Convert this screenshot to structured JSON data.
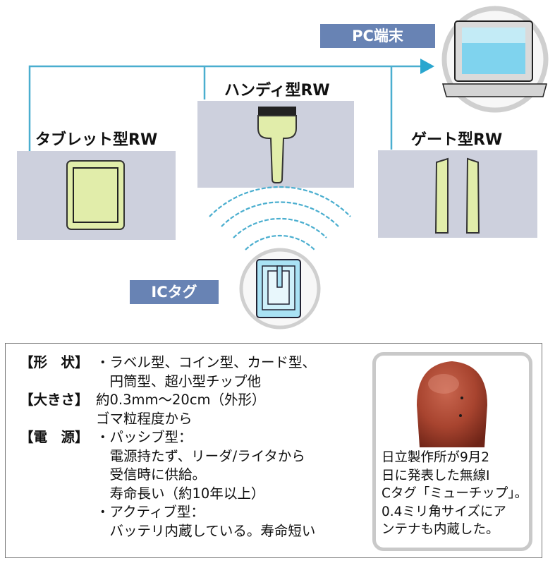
{
  "labels": {
    "pc": "PC端末",
    "ic_tag": "ICタグ"
  },
  "readers": {
    "tablet": "タブレット型RW",
    "handy": "ハンディ型RW",
    "gate": "ゲート型RW"
  },
  "specs": [
    {
      "key": "【形　状】",
      "lines": [
        "・ラベル型、コイン型、カード型、",
        "　円筒型、超小型チップ他"
      ]
    },
    {
      "key": "【大きさ】",
      "lines": [
        "約0.3mm〜20cm（外形）",
        "ゴマ粒程度から"
      ]
    },
    {
      "key": "【電　源】",
      "lines": [
        "・パッシブ型：",
        "　電源持たず、リーダ/ライタから",
        "　受信時に供給。",
        "　寿命長い（約10年以上）",
        "・アクティブ型：",
        "　バッテリ内蔵している。寿命短い"
      ]
    }
  ],
  "caption": [
    "日立製作所が9月2",
    "日に発表した無線I",
    "Cタグ「ミューチップ」。",
    "0.4ミリ角サイズにア",
    "ンテナも内蔵した。"
  ],
  "colors": {
    "panel": "#cdd0dd",
    "device_fill": "#e1edaa",
    "line": "#4aaecf",
    "label_bg": "#6883b4",
    "computer_ring": "#cfcfcf"
  }
}
